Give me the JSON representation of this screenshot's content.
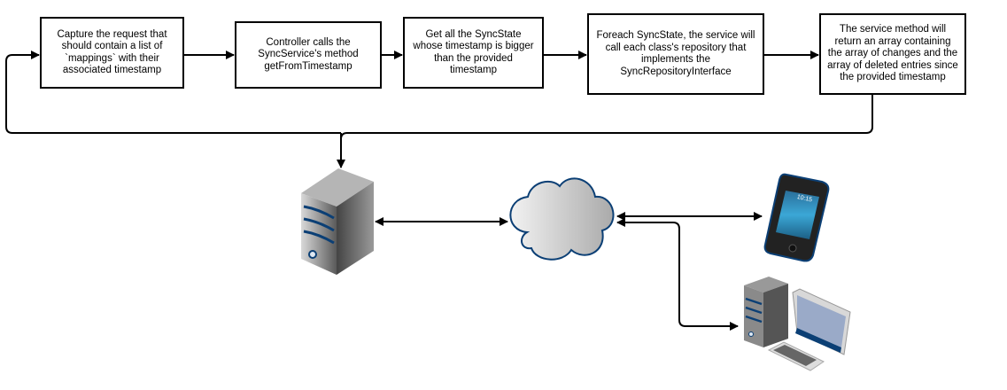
{
  "steps": [
    {
      "text": "Capture the request that should contain a list of `mappings` with their associated timestamp"
    },
    {
      "text": "Controller calls the SyncService's method getFromTimestamp"
    },
    {
      "text": "Get all the SyncState whose timestamp is bigger than the provided timestamp"
    },
    {
      "text": "Foreach SyncState, the service will call each class's repository that implements the SyncRepositoryInterface"
    },
    {
      "text": "The service method will return an array containing the array of changes and the array of deleted entries since the provided timestamp"
    }
  ],
  "nodes": {
    "server": {
      "icon": "server-icon"
    },
    "cloud": {
      "icon": "cloud-icon"
    },
    "phone": {
      "icon": "smartphone-icon",
      "clock": "10:15"
    },
    "desktop": {
      "icon": "desktop-computer-icon"
    }
  },
  "colors": {
    "accent": "#0b3f75",
    "screen": "#3ba7d6",
    "monitor": "#9aaac8"
  }
}
